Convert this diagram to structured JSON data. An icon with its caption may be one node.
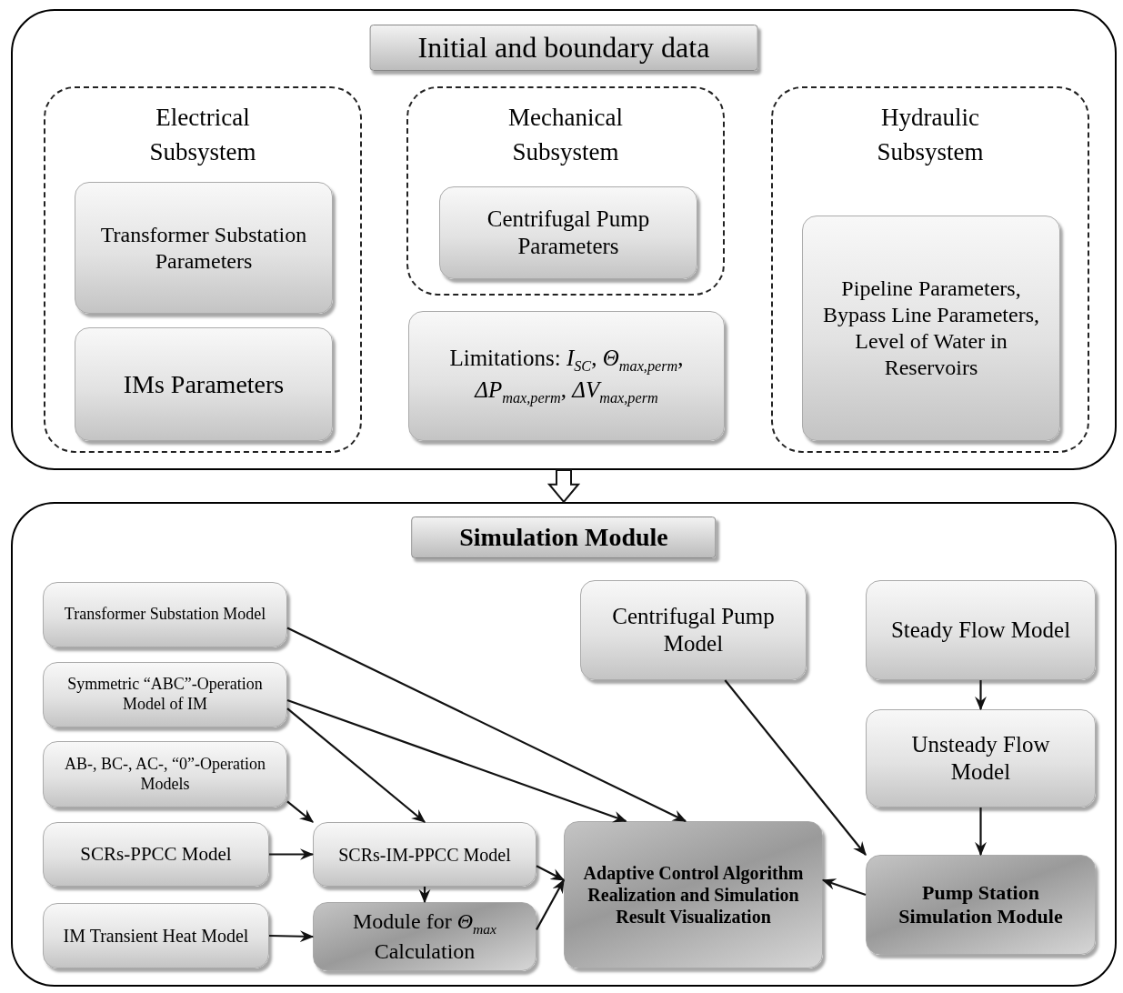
{
  "diagram": {
    "nodes": [
      {
        "text": [
          "Initial and boundary data"
        ]
      },
      {
        "text": [
          "Electrical Subsystem"
        ],
        "in": 0
      },
      {
        "text": [
          "Transformer Substation Parameters"
        ],
        "in": 1
      },
      {
        "text": [
          "IMs Parameters"
        ],
        "in": 1
      },
      {
        "text": [
          "Mechanical Subsystem"
        ],
        "in": 0
      },
      {
        "text": [
          "Centrifugal Pump Parameters"
        ],
        "in": 4
      },
      {
        "text": [
          "Limitations: *I*$_{SC}$, *Θ*$_{max,}$$_{perm}$, *ΔP*$_{max,}$$_{perm}$, *ΔV*$_{max,}$$_{perm}$"
        ],
        "in": 0
      },
      {
        "text": [
          "Hydraulic Subsystem"
        ],
        "in": 0
      },
      {
        "text": [
          "Pipeline Parameters, Bypass Line Parameters, Level of Water in Reservoirs"
        ],
        "in": 7
      },
      {
        "text": [
          "Simulation Module"
        ]
      },
      {
        "text": [
          "Transformer Substation Model"
        ],
        "in": 9
      },
      {
        "text": [
          "Symmetric “ABC”-Operation Model of IM"
        ],
        "in": 9
      },
      {
        "text": [
          "AB-, BC-, AC-, “0”-Operation Models"
        ],
        "in": 9
      },
      {
        "text": [
          "SCRs-PPCC Model"
        ],
        "in": 9
      },
      {
        "text": [
          "IM Transient Heat Model"
        ],
        "in": 9
      },
      {
        "text": [
          "Centrifugal Pump Model"
        ],
        "in": 9
      },
      {
        "text": [
          "Steady Flow Model"
        ],
        "in": 9
      },
      {
        "text": [
          "Unsteady Flow Model"
        ],
        "in": 9
      },
      {
        "text": [
          "SCRs-IM-PPCC Model"
        ],
        "in": 9
      },
      {
        "text": [
          "Module for *Θ*$_{max}$ Calculation"
        ],
        "in": 9
      },
      {
        "text": [
          "Adaptive Control Algorithm Realization and Simulation Result Visualization"
        ],
        "in": 9
      },
      {
        "text": [
          "Pump Station Simulation Module"
        ],
        "in": 9
      }
    ],
    "edges": [
      {
        "from": 0,
        "to": 9,
        "arrow": "to",
        "style": "thick"
      },
      {
        "from": 10,
        "to": 20,
        "arrow": "to"
      },
      {
        "from": 11,
        "to": 20,
        "arrow": "to"
      },
      {
        "from": 11,
        "to": 18,
        "arrow": "to"
      },
      {
        "from": 12,
        "to": 18,
        "arrow": "to"
      },
      {
        "from": 13,
        "to": 18,
        "arrow": "to"
      },
      {
        "from": 14,
        "to": 19,
        "arrow": "to"
      },
      {
        "from": 18,
        "to": 19,
        "arrow": "to"
      },
      {
        "from": 18,
        "to": 20,
        "arrow": "to"
      },
      {
        "from": 19,
        "to": 20,
        "arrow": "to"
      },
      {
        "from": 15,
        "to": 21,
        "arrow": "to"
      },
      {
        "from": 16,
        "to": 17,
        "arrow": "to"
      },
      {
        "from": 17,
        "to": 21,
        "arrow": "to"
      },
      {
        "from": 21,
        "to": 20,
        "arrow": "to"
      }
    ]
  }
}
